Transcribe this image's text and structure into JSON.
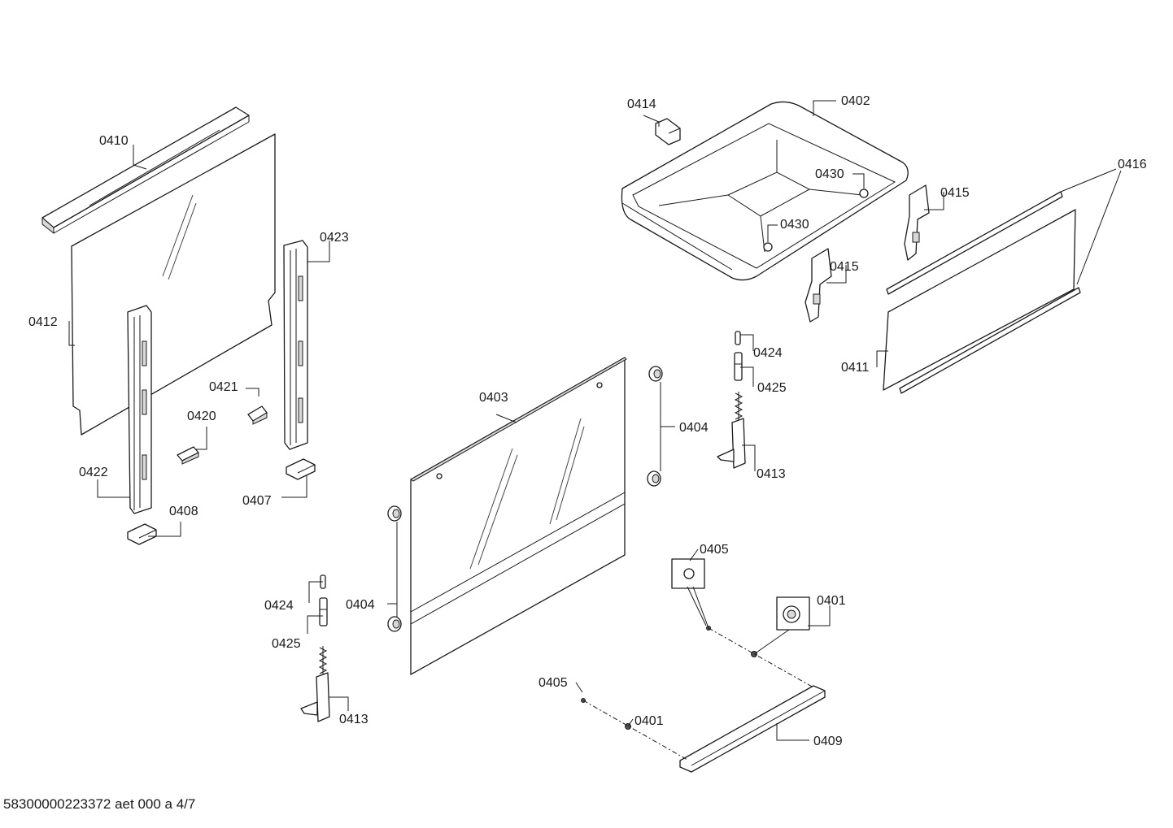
{
  "diagram": {
    "labels": {
      "l0410": "0410",
      "l0412": "0412",
      "l0423": "0423",
      "l0421": "0421",
      "l0420": "0420",
      "l0422": "0422",
      "l0408": "0408",
      "l0407": "0407",
      "l0414": "0414",
      "l0402": "0402",
      "l0430a": "0430",
      "l0430b": "0430",
      "l0416": "0416",
      "l0415a": "0415",
      "l0415b": "0415",
      "l0411": "0411",
      "l0424a": "0424",
      "l0425a": "0425",
      "l0413a": "0413",
      "l0403": "0403",
      "l0404a": "0404",
      "l0404b": "0404",
      "l0405a": "0405",
      "l0401a": "0401",
      "l0405b": "0405",
      "l0401b": "0401",
      "l0409": "0409",
      "l0424b": "0424",
      "l0425b": "0425",
      "l0413b": "0413"
    }
  },
  "footer": {
    "text": "58300000223372 aet 000 a 4/7"
  }
}
